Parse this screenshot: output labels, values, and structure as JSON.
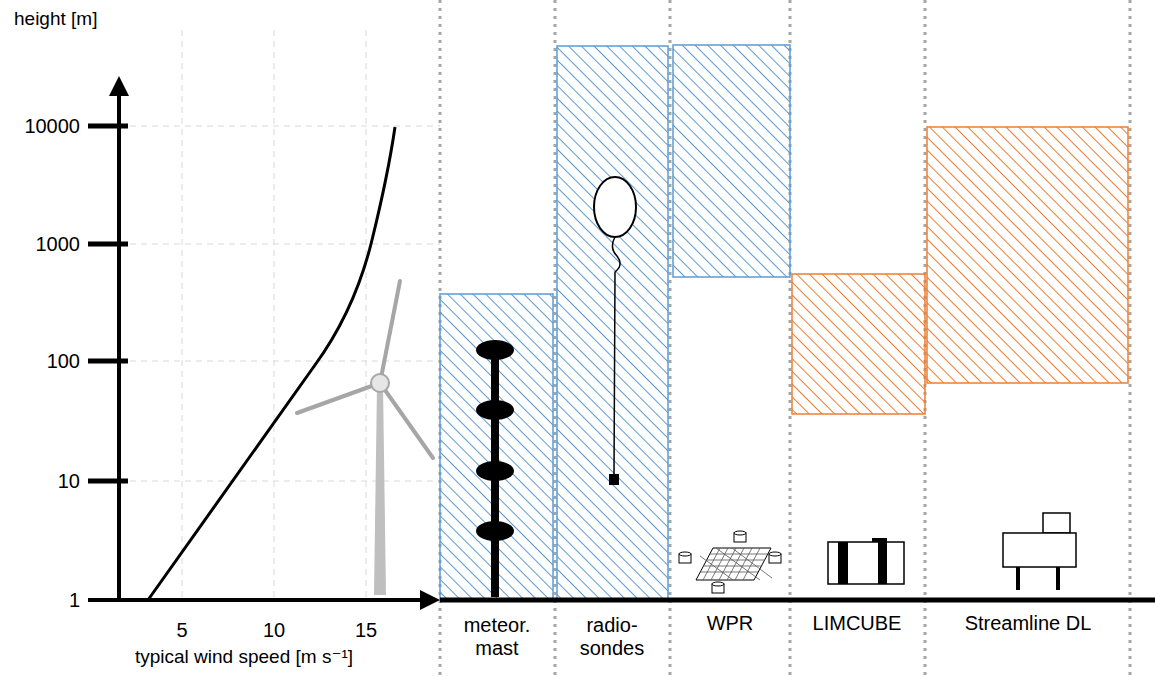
{
  "diagram": {
    "labels": [
      "height [m]",
      "10000",
      "1000",
      "100",
      "10",
      "1",
      "5",
      "10",
      "15",
      "typical wind speed [m s⁻¹]",
      "meteor. mast",
      "radio- sondes",
      "WPR",
      "LIMCUBE",
      "Streamline DL"
    ]
  }
}
